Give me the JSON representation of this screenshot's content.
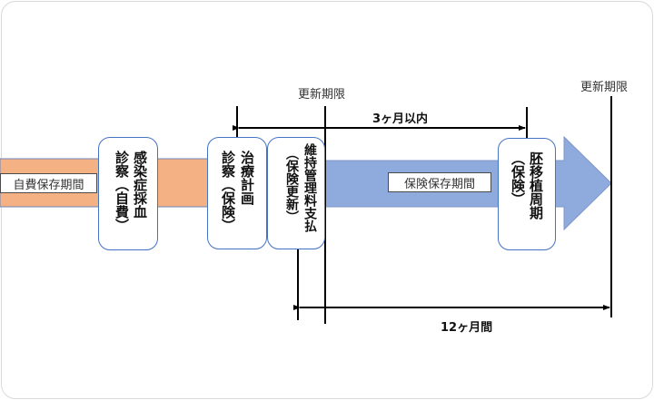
{
  "colors": {
    "self_pay_band": "#f4b183",
    "insurance_band": "#8faadc",
    "box_border": "#4472c4",
    "line": "#000000"
  },
  "periods": {
    "self_pay": "自費保存期間",
    "insurance": "保険保存期間"
  },
  "steps": [
    {
      "id": "infection-test",
      "main": "感染症採血",
      "sub": "診察（自費）"
    },
    {
      "id": "treatment-plan",
      "main": "治療計画",
      "sub": "診察（保険）"
    },
    {
      "id": "maintenance-fee",
      "main": "維持管理料支払",
      "sub": "（保険更新）"
    },
    {
      "id": "embryo-transfer",
      "main": "胚移植周期",
      "sub": "（保険）"
    }
  ],
  "deadlines": {
    "first": "更新期限",
    "second": "更新期限"
  },
  "spans": {
    "three_months": "3ヶ月以内",
    "twelve_months": "12ヶ月間"
  }
}
